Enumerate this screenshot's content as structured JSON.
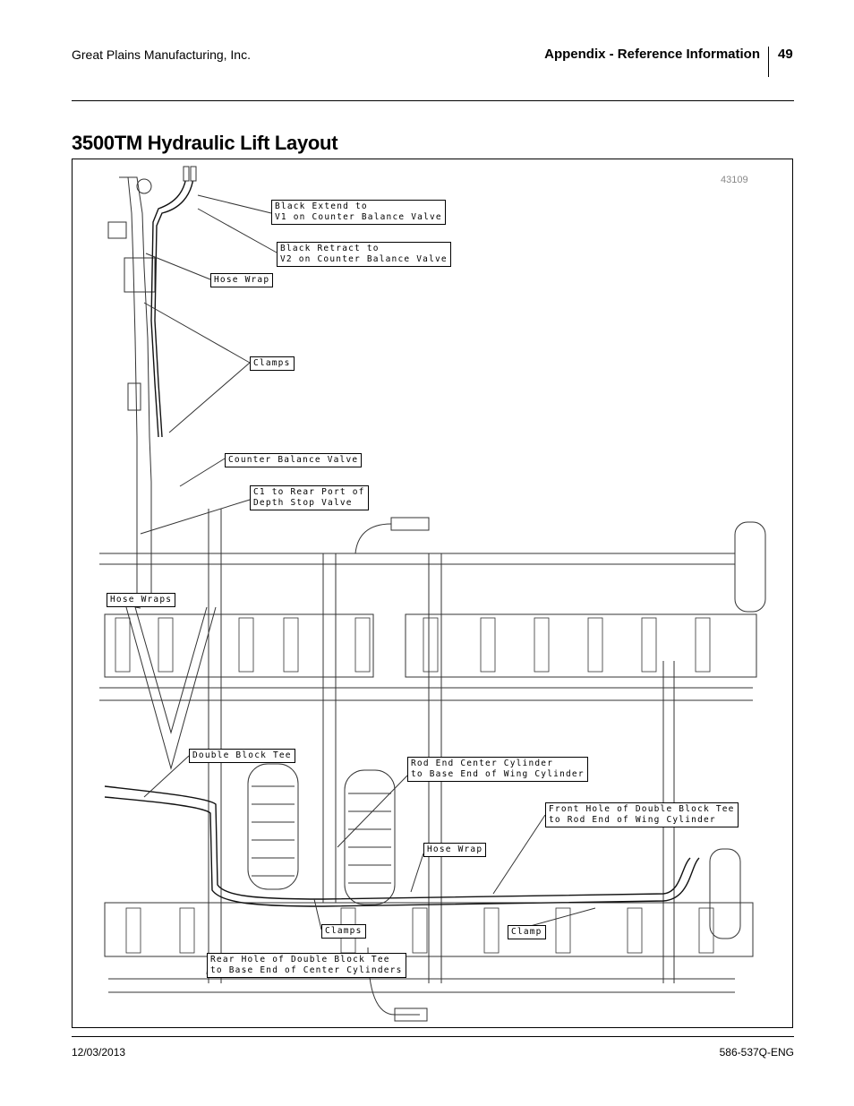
{
  "header": {
    "company": "Great Plains Manufacturing, Inc.",
    "section": "Appendix - Reference Information",
    "page_number": "49"
  },
  "title": "3500TM Hydraulic Lift Layout",
  "figure": {
    "number": "43109",
    "callouts": {
      "black_extend": "Black Extend to\nV1 on Counter Balance Valve",
      "black_retract": "Black Retract to\nV2 on Counter Balance Valve",
      "hose_wrap_top": "Hose Wrap",
      "clamps_top": "Clamps",
      "counter_balance_valve": "Counter Balance Valve",
      "c1_rear_port": "C1 to Rear Port of\nDepth Stop Valve",
      "hose_wraps": "Hose Wraps",
      "double_block_tee": "Double Block Tee",
      "rod_end_center": "Rod End Center Cylinder\nto Base End of Wing Cylinder",
      "front_hole": "Front Hole of Double Block Tee\nto Rod End of Wing Cylinder",
      "hose_wrap_bottom": "Hose Wrap",
      "clamps_bottom": "Clamps",
      "clamp": "Clamp",
      "rear_hole": "Rear Hole of Double Block Tee\nto Base End of Center Cylinders"
    }
  },
  "footer": {
    "date": "12/03/2013",
    "doc_number": "586-537Q-ENG"
  }
}
